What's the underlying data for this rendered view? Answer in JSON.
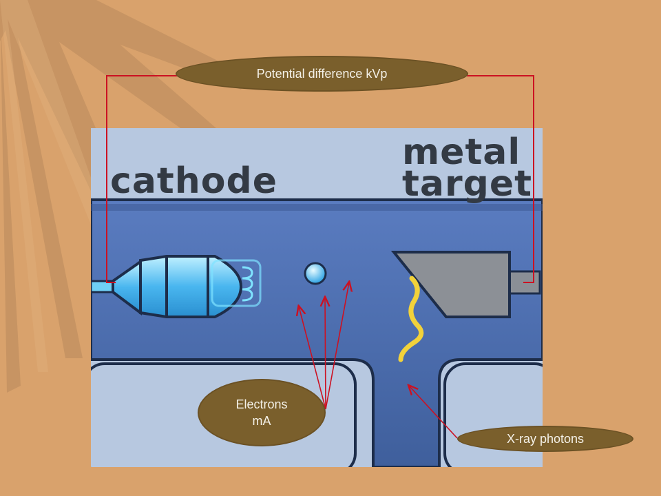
{
  "diagram": {
    "cathode_label": "cathode",
    "target_label_line1": "metal",
    "target_label_line2": "target",
    "potential_label": "Potential difference kVp",
    "electrons_line1": "Electrons",
    "electrons_line2": "mA",
    "xray_label": "X-ray photons"
  },
  "colors": {
    "background": "#d9a26c",
    "oval_fill": "#7a5f2c",
    "wire": "#cc1122",
    "tube": "#4a6aa8",
    "panel": "#b7c8e0"
  }
}
